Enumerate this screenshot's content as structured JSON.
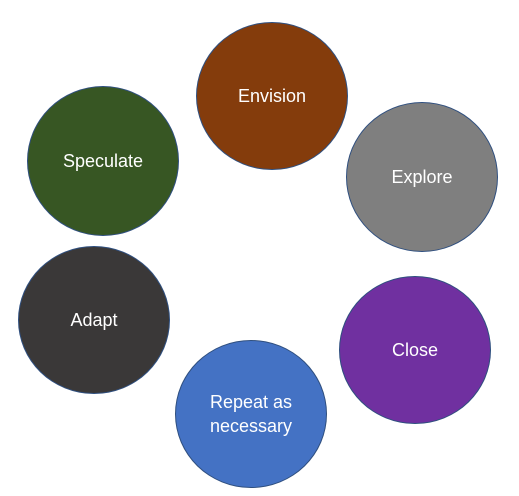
{
  "diagram": {
    "nodes": [
      {
        "label": "Envision",
        "color": "#843c0c"
      },
      {
        "label": "Explore",
        "color": "#7f7f7f"
      },
      {
        "label": "Close",
        "color": "#7030a0"
      },
      {
        "label": "Repeat as\nnecessary",
        "color": "#4472c4"
      },
      {
        "label": "Adapt",
        "color": "#3a3838"
      },
      {
        "label": "Speculate",
        "color": "#375623"
      }
    ]
  }
}
